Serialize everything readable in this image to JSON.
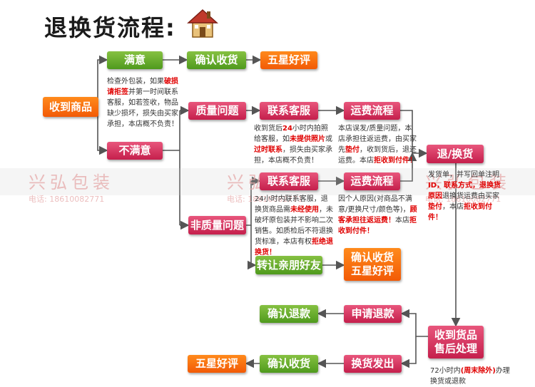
{
  "title": "退换货流程:",
  "nodes": {
    "received": "收到商品",
    "satisfied": "满意",
    "confirm_receipt_1": "确认收货",
    "five_star_1": "五星好评",
    "unsatisfied": "不满意",
    "quality_issue": "质量问题",
    "contact_service_1": "联系客服",
    "shipping_flow_1": "运费流程",
    "return_exchange": "退/换货",
    "contact_service_2": "联系客服",
    "shipping_flow_2": "运费流程",
    "non_quality_issue": "非质量问题",
    "transfer_friends": "转让亲朋好友",
    "confirm_receipt_five_star": "确认收货\n五星好评",
    "confirm_refund": "确认退款",
    "apply_refund": "申请退款",
    "goods_received_after_sale": "收到货品\n售后处理",
    "five_star_2": "五星好评",
    "confirm_receipt_2": "确认收货",
    "exchange_shipped": "换货发出"
  },
  "notes": {
    "note_satisfied": [
      [
        "检查外包装，如果",
        "破损请拒签",
        "并第一时间联系客服，如若签收，物品缺少损坏，损失由买家承担，本店概不负责！"
      ]
    ],
    "note_quality": [
      [
        "收到货后",
        "24",
        "小时内拍照给客服，如",
        "未提供照片",
        "或",
        "过时联系",
        "，损失由买家承担，本店概不负责！"
      ]
    ],
    "note_shipping_1": [
      [
        "本店误发/质量问题，本店承担往返运费，由买家先",
        "垫付",
        "，收到货后，退还运费。本店",
        "拒收到付件！",
        ""
      ]
    ],
    "note_return": [
      [
        "发货单，并写回单注明",
        "ID，联系方式，退换货原因",
        "退换货运费由买家",
        "垫付",
        "，本店",
        "拒收到付件！"
      ]
    ],
    "note_non_quality": [
      [
        "24小时内联系客服，退换货商品需",
        "未经使用",
        "，未破坏原包装并不影响二次销售。如质检后不符退换货标准，本店有权",
        "拒绝退换货！",
        ""
      ]
    ],
    "note_shipping_2": [
      [
        "因个人原因(对商品不满意/更换尺寸/颜色等)，",
        "顾客承担往返运费！",
        "本店",
        "拒收到付件！",
        ""
      ]
    ],
    "note_bottom": [
      [
        "72小时内",
        "(周末除外)",
        "办理换货或退款"
      ]
    ]
  },
  "watermark": {
    "name": "兴弘包装",
    "phone": "电话: 18610082771"
  },
  "colors": {
    "orange": "#f25a06",
    "green": "#4f9a1d",
    "pink": "#c51f4c",
    "line": "#555555",
    "highlight": "#e00000"
  },
  "icons": [
    "house-icon",
    "arrow-icon"
  ]
}
